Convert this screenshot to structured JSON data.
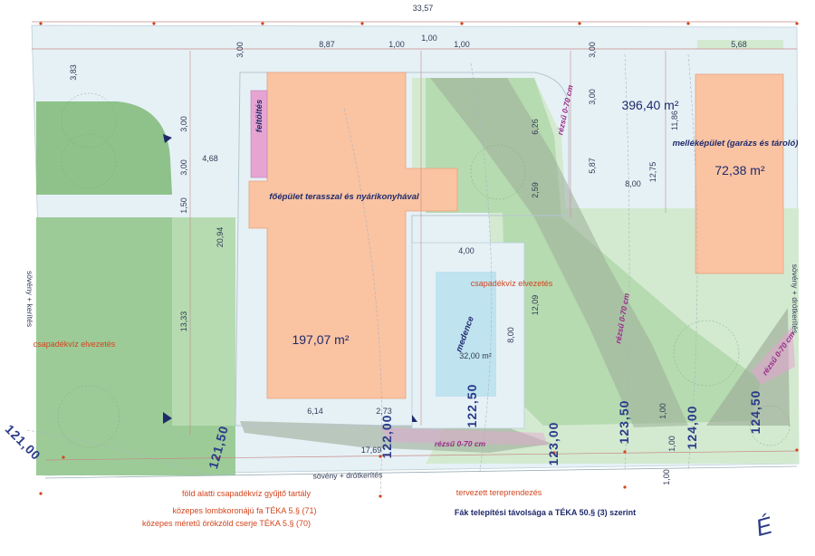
{
  "dimensions": {
    "top_total": "33,57",
    "left_top": "3,83",
    "d_300_a": "3,00",
    "d_887": "8,87",
    "d_100_a": "1,00",
    "d_100_b": "1,00",
    "d_100_c": "1,00",
    "d_300_b": "3,00",
    "d_568": "5,68",
    "d_300_c": "3,00",
    "d_300_d": "3,00",
    "d_468": "4,68",
    "d_150": "1,50",
    "d_2094": "20,94",
    "d_1333": "13,33",
    "d_626": "6,26",
    "d_259": "2,59",
    "d_300_e": "3,00",
    "d_587": "5,87",
    "d_1186": "11,86",
    "d_1275": "12,75",
    "d_800_a": "8,00",
    "d_400": "4,00",
    "d_1209": "12,09",
    "d_800_b": "8,00",
    "d_614": "6,14",
    "d_273": "2,73",
    "d_1769": "17,69",
    "d_100_d": "1,00",
    "d_100_e": "1,00",
    "d_100_f": "1,00"
  },
  "areas": {
    "plot_area": "396,40 m²",
    "garage_area": "72,38 m²",
    "main_area": "197,07 m²",
    "pool_area": "32,00 m²"
  },
  "labels": {
    "feltoltes": "feltöltés",
    "main_building": "főépület terasszal és nyárikonyhával",
    "outbuilding": "melléképület (garázs és tároló)",
    "pool": "medence",
    "drainage_left": "csapadékvíz elvezetés",
    "drainage_center": "csapadékvíz elvezetés",
    "hedge_left": "sövény + kerítés",
    "hedge_bottom": "sövény + drótkerítés",
    "hedge_right": "sövény + drótkerítés"
  },
  "slopes": {
    "s1": "rézsű 0-70 cm",
    "s2": "rézsű 0-70 cm",
    "s3": "rézsű 0-70 cm",
    "s4": "rézsű 0-70 cm"
  },
  "elevations": {
    "e12100": "121,00",
    "e12150": "121,50",
    "e12200": "122,00",
    "e12250": "122,50",
    "e12300": "123,00",
    "e12350": "123,50",
    "e12400": "124,00",
    "e12450": "124,50"
  },
  "legend": {
    "tank": "föld alatti csapadékvíz gyűjtő tartály",
    "tree_deciduous": "közepes lombkoronájú fa TÉKA 5.§ (71)",
    "shrub_evergreen": "közepes méretű örökzöld cserje TÉKA 5.§ (70)",
    "planned_terrain": "tervezett tereprendezés",
    "tree_distance": "Fák telepítési távolsága a TÉKA 50.§ (3) szerint"
  },
  "north": "É",
  "colors": {
    "paving": "#e6f1f6",
    "building": "#fac3a2",
    "green_light": "#d3ead0",
    "green_mid": "#b6dbb1",
    "green_dark": "#9ccb98",
    "slope_gray": "#9cac98",
    "pool": "#bfe3ef",
    "fill_pink": "#e5a4d2",
    "accent_red": "#d2451e",
    "accent_blue": "#1f2a6b"
  }
}
